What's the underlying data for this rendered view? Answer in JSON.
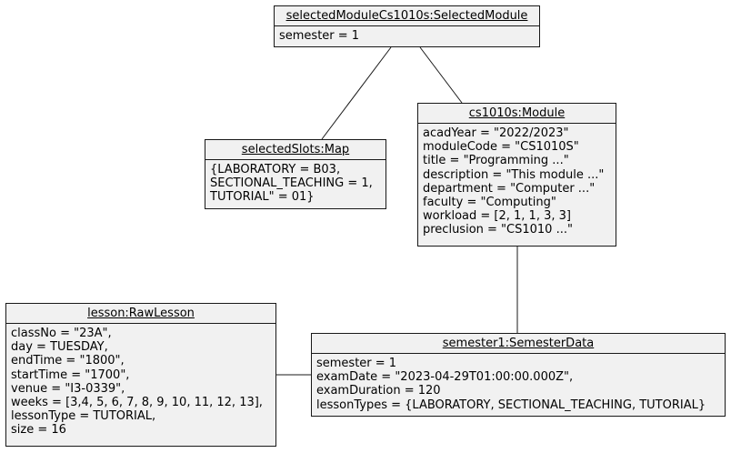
{
  "objects": {
    "selectedModule": {
      "title": "selectedModuleCs1010s:SelectedModule",
      "attributes": [
        "semester = 1"
      ]
    },
    "selectedSlots": {
      "title": "selectedSlots:Map",
      "attributes": [
        "{LABORATORY = B03,",
        "SECTIONAL_TEACHING = 1,",
        "TUTORIAL\" = 01}"
      ]
    },
    "module": {
      "title": "cs1010s:Module",
      "attributes": [
        "acadYear = \"2022/2023\"",
        "moduleCode = \"CS1010S\"",
        "title = \"Programming ...\"",
        "description = \"This module ...\"",
        "department = \"Computer ...\"",
        "faculty = \"Computing\"",
        "workload = [2, 1, 1, 3, 3]",
        "preclusion = \"CS1010 ...\""
      ]
    },
    "lesson": {
      "title": "lesson:RawLesson",
      "attributes": [
        "classNo = \"23A\",",
        "day = TUESDAY,",
        "endTime = \"1800\",",
        "startTime = \"1700\",",
        "venue = \"I3-0339\",",
        "weeks = [3,4, 5, 6, 7, 8, 9, 10, 11, 12, 13],",
        "lessonType = TUTORIAL,",
        "size = 16"
      ]
    },
    "semesterData": {
      "title": "semester1:SemesterData",
      "attributes": [
        "semester = 1",
        "examDate = \"2023-04-29T01:00:00.000Z\",",
        "examDuration = 120",
        "lessonTypes = {LABORATORY, SECTIONAL_TEACHING, TUTORIAL}"
      ]
    }
  },
  "colors": {
    "fill": "#f1f1f1",
    "stroke": "#181818"
  }
}
